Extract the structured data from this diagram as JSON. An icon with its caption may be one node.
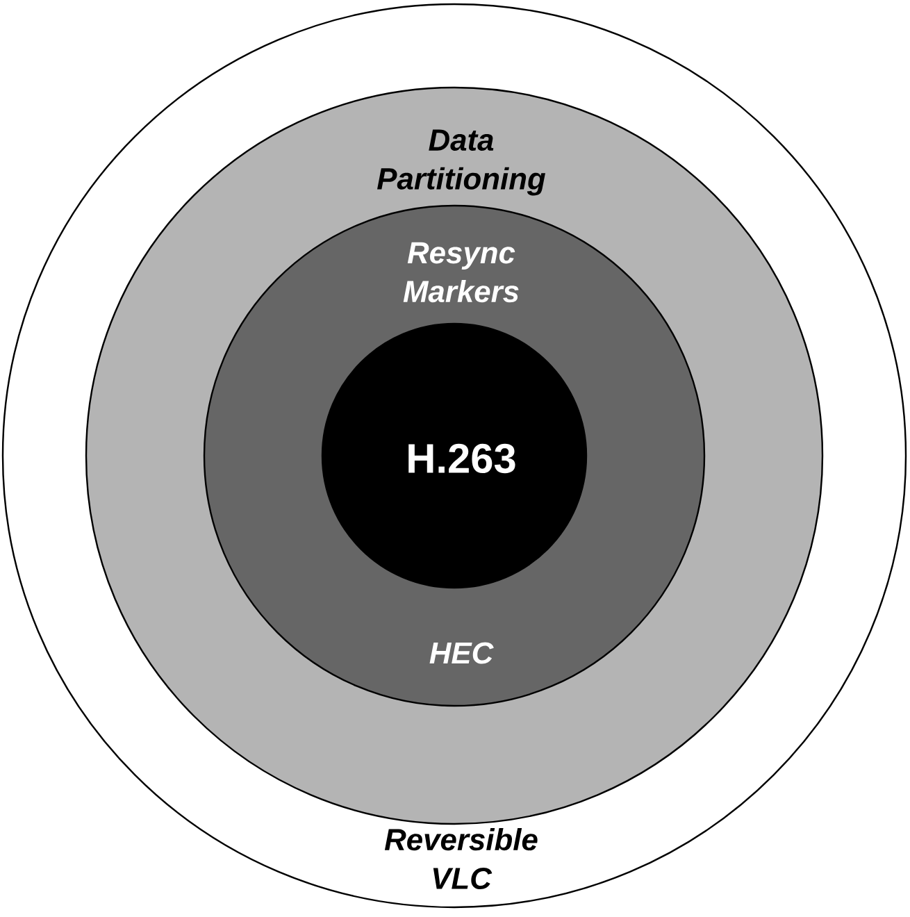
{
  "diagram": {
    "nodes": [
      {
        "text": [
          "Reversible VLC"
        ]
      },
      {
        "text": [
          "Data Partitioning"
        ],
        "in": 0
      },
      {
        "text": [
          "Resync Markers",
          "HEC"
        ],
        "in": 1
      },
      {
        "text": [
          "H.263"
        ],
        "in": 2
      }
    ]
  }
}
